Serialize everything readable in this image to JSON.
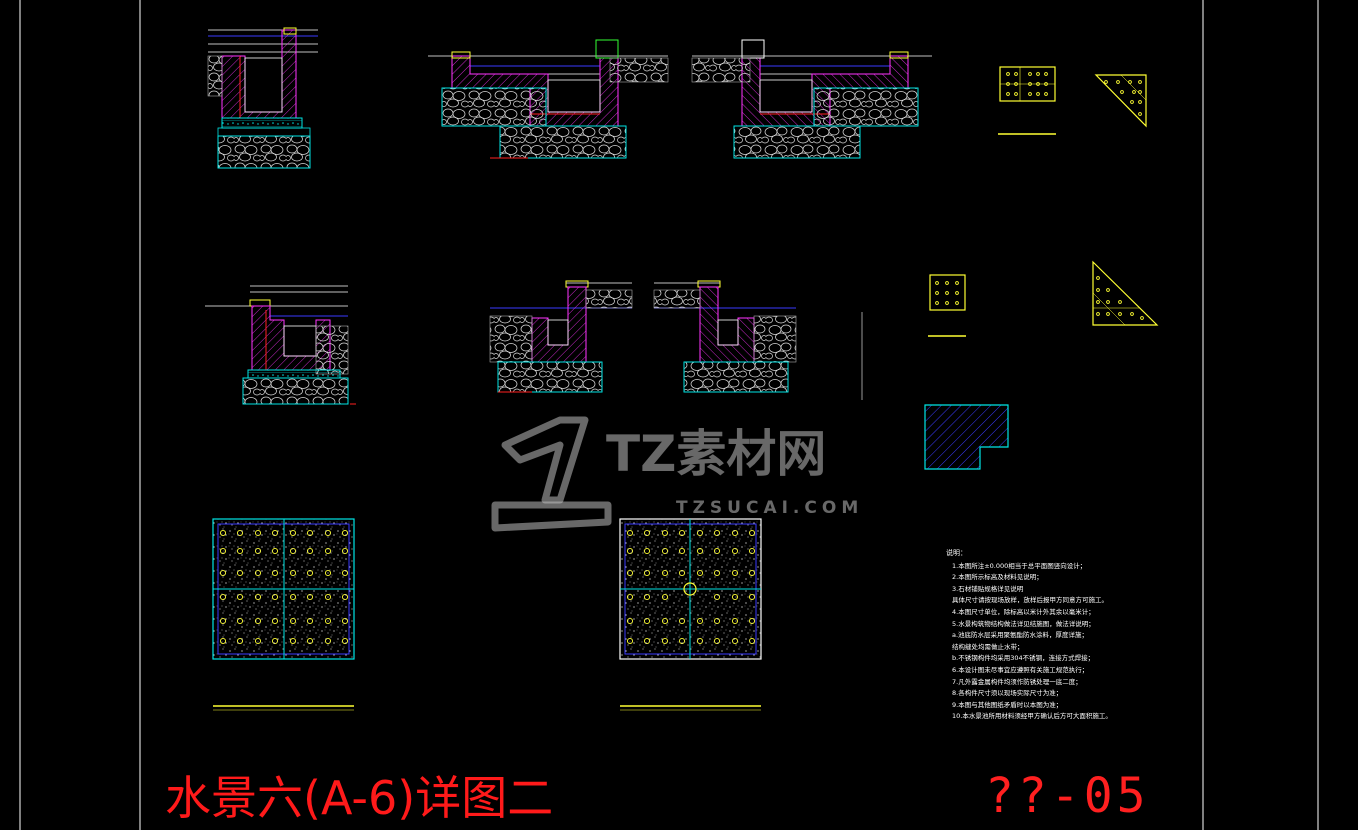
{
  "drawing": {
    "title": "水景六(A-6)详图二",
    "sheet_number": "??-05"
  },
  "watermark": {
    "name": "TZ素材网",
    "domain": "TZSUCAI.COM"
  },
  "notes": {
    "heading": "说明：",
    "items": [
      "1.本图所注±0.000相当于总平面图竖向设计；",
      "2.本图所示标高及材料见说明；",
      "3.石材铺贴规格详见说明",
      "  具体尺寸请按现场放样，放样后报甲方同意方可施工。",
      "4.本图尺寸单位，除标高以米计外其余以毫米计；",
      "5.水景构筑物结构做法详见结施图，做法详说明；",
      "  a.池底防水层采用聚氨酯防水涂料，厚度详施；",
      "  结构缝处均需做止水带；",
      "  b.不锈钢构件均采用304不锈钢，连接方式焊接；",
      "6.本设计图未尽事宜应遵照有关施工规范执行；",
      "7.凡外露金属构件均须作防锈处理一底二度；",
      "8.各构件尺寸须以现场实际尺寸为准；",
      "9.本图与其他图纸矛盾时以本图为准；",
      "10.本水景池所用材料须经甲方确认后方可大面积施工。"
    ]
  },
  "colors": {
    "background": "#000000",
    "frame": "#ffffff",
    "title": "#ff1a1a",
    "cyan_line": "#00e5e5",
    "magenta_line": "#ff33ff",
    "yellow_line": "#ffff33",
    "blue_line": "#3a3aff",
    "red_line": "#ff2020",
    "green_line": "#33ff33",
    "white_line": "#ffffff",
    "watermark": "#bebebe"
  }
}
